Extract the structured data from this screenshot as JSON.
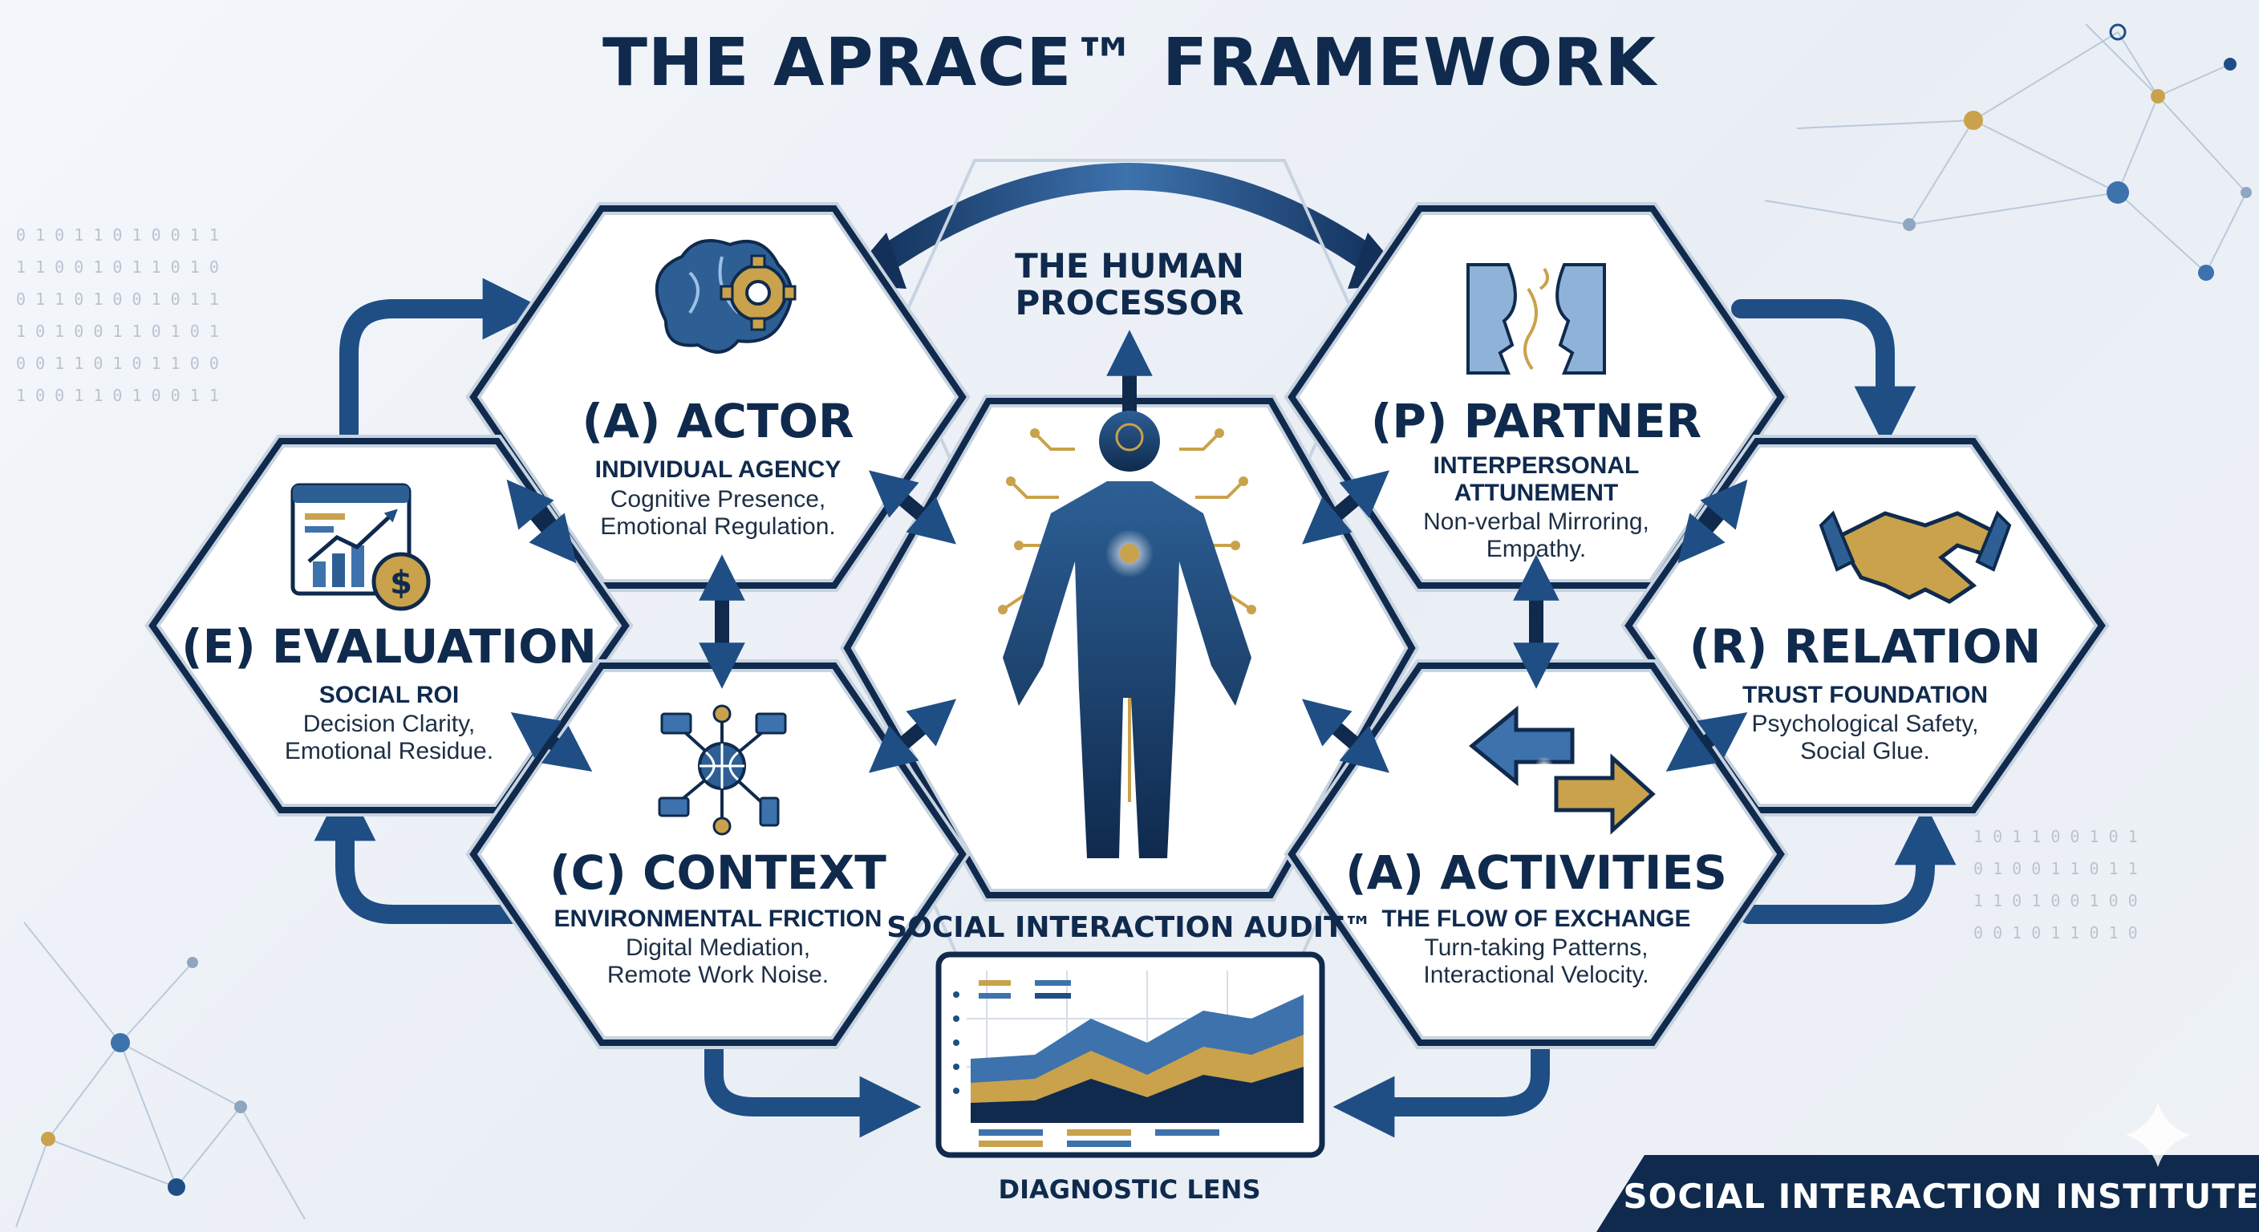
{
  "title": "THE APRACE™ FRAMEWORK",
  "center": {
    "label_line1": "THE HUMAN",
    "label_line2": "PROCESSOR"
  },
  "hexes": {
    "actor": {
      "title": "(A) ACTOR",
      "sub": [
        "INDIVIDUAL AGENCY"
      ],
      "desc": [
        "Cognitive Presence,",
        "Emotional Regulation."
      ],
      "icon": "brain-gear-icon"
    },
    "partner": {
      "title": "(P) PARTNER",
      "sub": [
        "INTERPERSONAL",
        "ATTUNEMENT"
      ],
      "desc": [
        "Non-verbal Mirroring,",
        "Empathy."
      ],
      "icon": "mirrored-faces-icon"
    },
    "evaluation": {
      "title": "(E) EVALUATION",
      "sub": [
        "SOCIAL ROI"
      ],
      "desc": [
        "Decision Clarity,",
        "Emotional Residue."
      ],
      "icon": "growth-chart-dollar-icon"
    },
    "relation": {
      "title": "(R) RELATION",
      "sub": [
        "TRUST FOUNDATION"
      ],
      "desc": [
        "Psychological Safety,",
        "Social Glue."
      ],
      "icon": "handshake-icon"
    },
    "context": {
      "title": "(C) CONTEXT",
      "sub": [
        "ENVIRONMENTAL FRICTION"
      ],
      "desc": [
        "Digital Mediation,",
        "Remote Work Noise."
      ],
      "icon": "network-devices-icon"
    },
    "activities": {
      "title": "(A) ACTIVITIES",
      "sub": [
        "THE FLOW OF EXCHANGE"
      ],
      "desc": [
        "Turn-taking Patterns,",
        "Interactional Velocity."
      ],
      "icon": "exchange-arrows-icon"
    }
  },
  "audit": {
    "label": "SOCIAL INTERACTION AUDIT™",
    "lens": "DIAGNOSTIC LENS"
  },
  "banner": "SOCIAL INTERACTION INSTITUTE",
  "colors": {
    "navy": "#0f2a4d",
    "blue": "#1f4e85",
    "mid_blue": "#3d72ad",
    "gold": "#c9a24b",
    "hex_fill": "#ffffff"
  }
}
